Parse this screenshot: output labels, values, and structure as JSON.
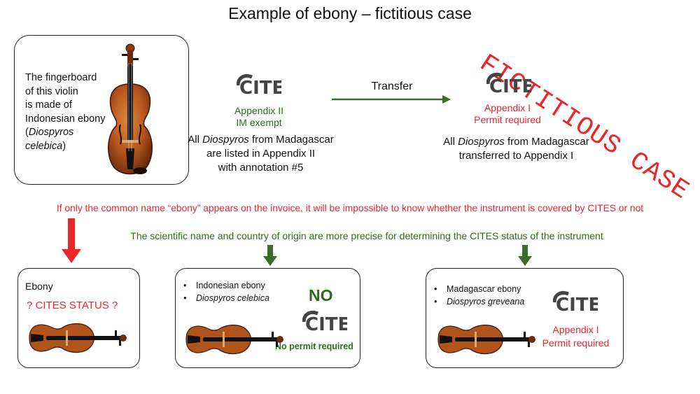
{
  "title": "Example of ebony – fictitious case",
  "stamp": "FICTITIOUS CASE",
  "cites_logo_text": "CITES",
  "violin_box": {
    "lines": [
      "The fingerboard",
      "of this violin",
      "is made of",
      "Indonesian ebony"
    ],
    "species_italic": "Diospyros",
    "species_italic_2": "celebica",
    "open_paren": "(",
    "close_paren": ")"
  },
  "appendix2": {
    "line1": "Appendix II",
    "line2": "IM exempt",
    "desc_prefix": "All ",
    "desc_genus": "Diospyros",
    "desc_rest": " from Madagascar",
    "desc_line2": "are listed in Appendix II",
    "desc_line3": "with annotation #5"
  },
  "transfer_label": "Transfer",
  "appendix1": {
    "line1": "Appendix I",
    "line2": "Permit required",
    "desc_prefix": "All ",
    "desc_genus": "Diospyros",
    "desc_rest": " from Madagascar",
    "desc_line2": "transferred to Appendix I"
  },
  "warning": "If only the common name “ebony” appears on the invoice, it will be impossible to know whether the instrument is covered by CITES or not",
  "precise": "The scientific name and country of origin are more precise for determining the CITES status of the instrument",
  "box1": {
    "title": "Ebony",
    "status": "? CITES STATUS ?"
  },
  "box2": {
    "items": [
      "Indonesian ebony",
      "Diospyros celebica"
    ],
    "no_label": "NO",
    "permit": "No permit required"
  },
  "box3": {
    "items": [
      "Madagascar ebony",
      "Diospyros greveana"
    ],
    "status_line1": "Appendix I",
    "status_line2": "Permit required"
  },
  "colors": {
    "red": "#e8262b",
    "green": "#2e6b1f",
    "arrow_green": "#3d6b2a"
  }
}
